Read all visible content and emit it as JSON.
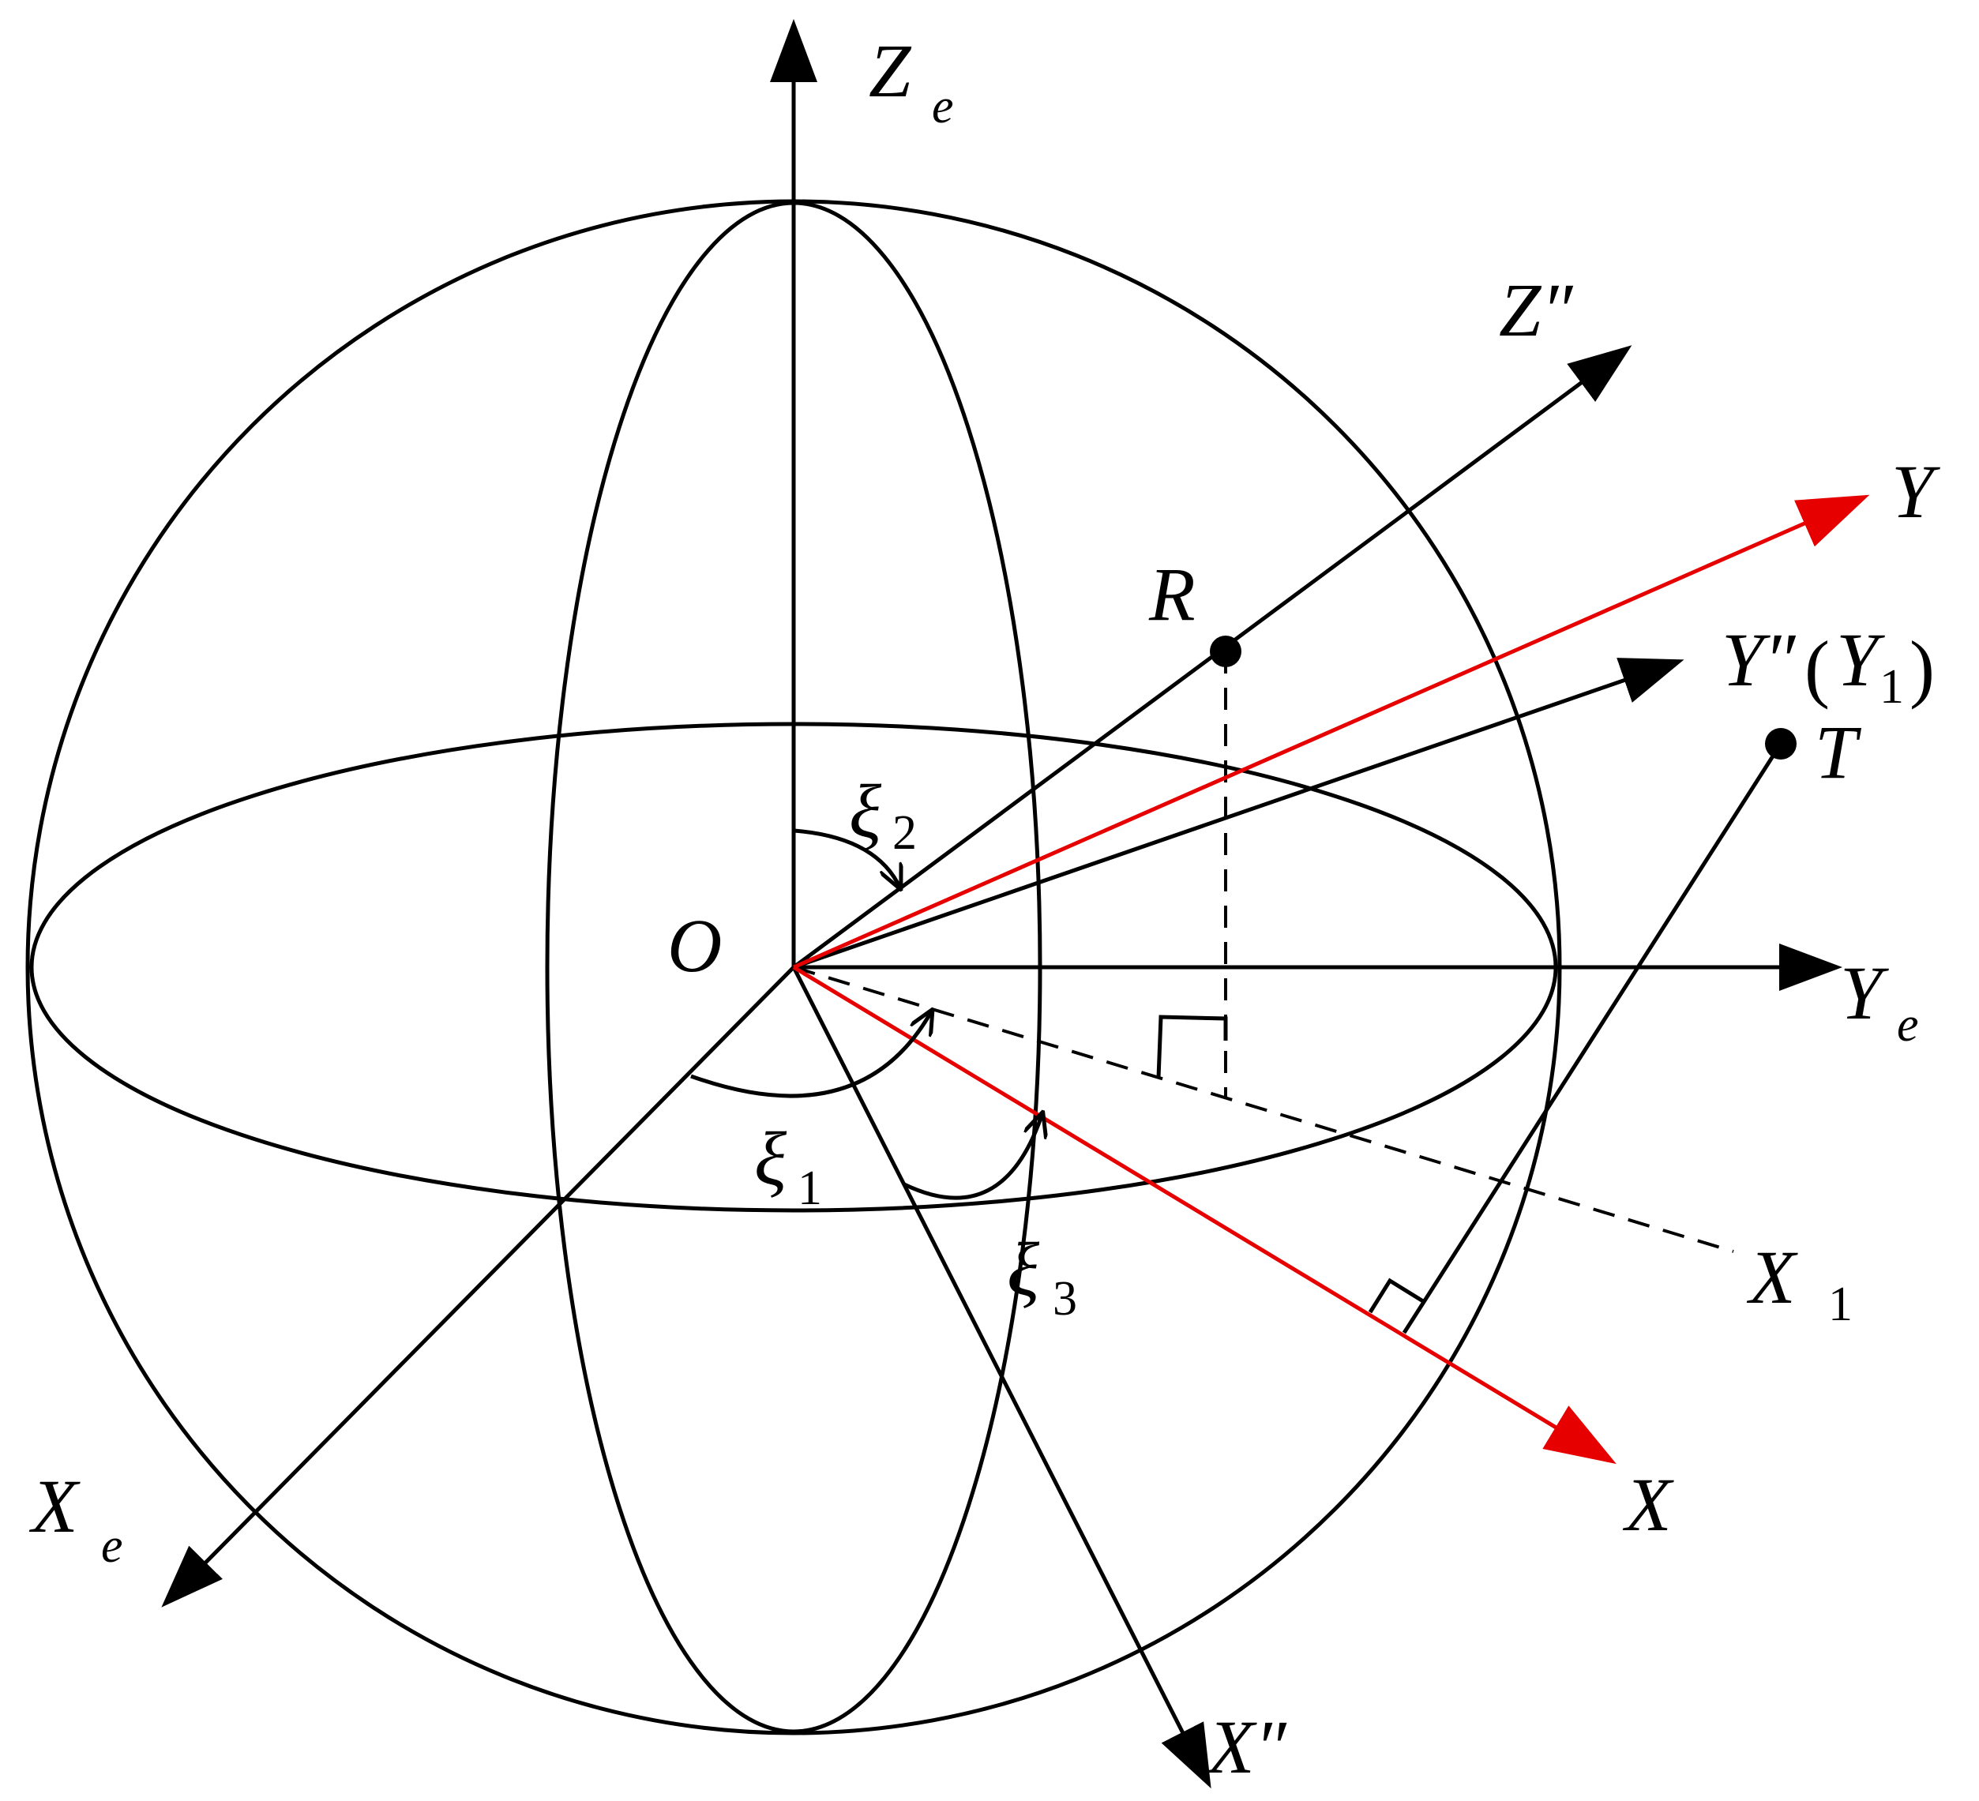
{
  "colors": {
    "line": "#000000",
    "highlight": "#e60000",
    "background": "#ffffff"
  },
  "labels": {
    "Ze": {
      "main": "Z",
      "sub": "e"
    },
    "Zpp": {
      "main": "Z″"
    },
    "Y": {
      "main": "Y"
    },
    "R": {
      "main": "R"
    },
    "Ypp": {
      "main": "Y″",
      "paren_open": "(",
      "paren_inner": "Y",
      "paren_sub": "1",
      "paren_close": ")"
    },
    "T": {
      "main": "T"
    },
    "O": {
      "main": "O"
    },
    "Ye": {
      "main": "Y",
      "sub": "e"
    },
    "X1": {
      "main": "X",
      "sub": "1"
    },
    "X": {
      "main": "X"
    },
    "Xe": {
      "main": "X",
      "sub": "e"
    },
    "Xpp": {
      "main": "X″"
    },
    "xi1": {
      "main": "ξ",
      "sub": "1"
    },
    "xi2": {
      "main": "ξ",
      "sub": "2"
    },
    "xi3": {
      "main": "ξ",
      "sub": "3"
    }
  }
}
